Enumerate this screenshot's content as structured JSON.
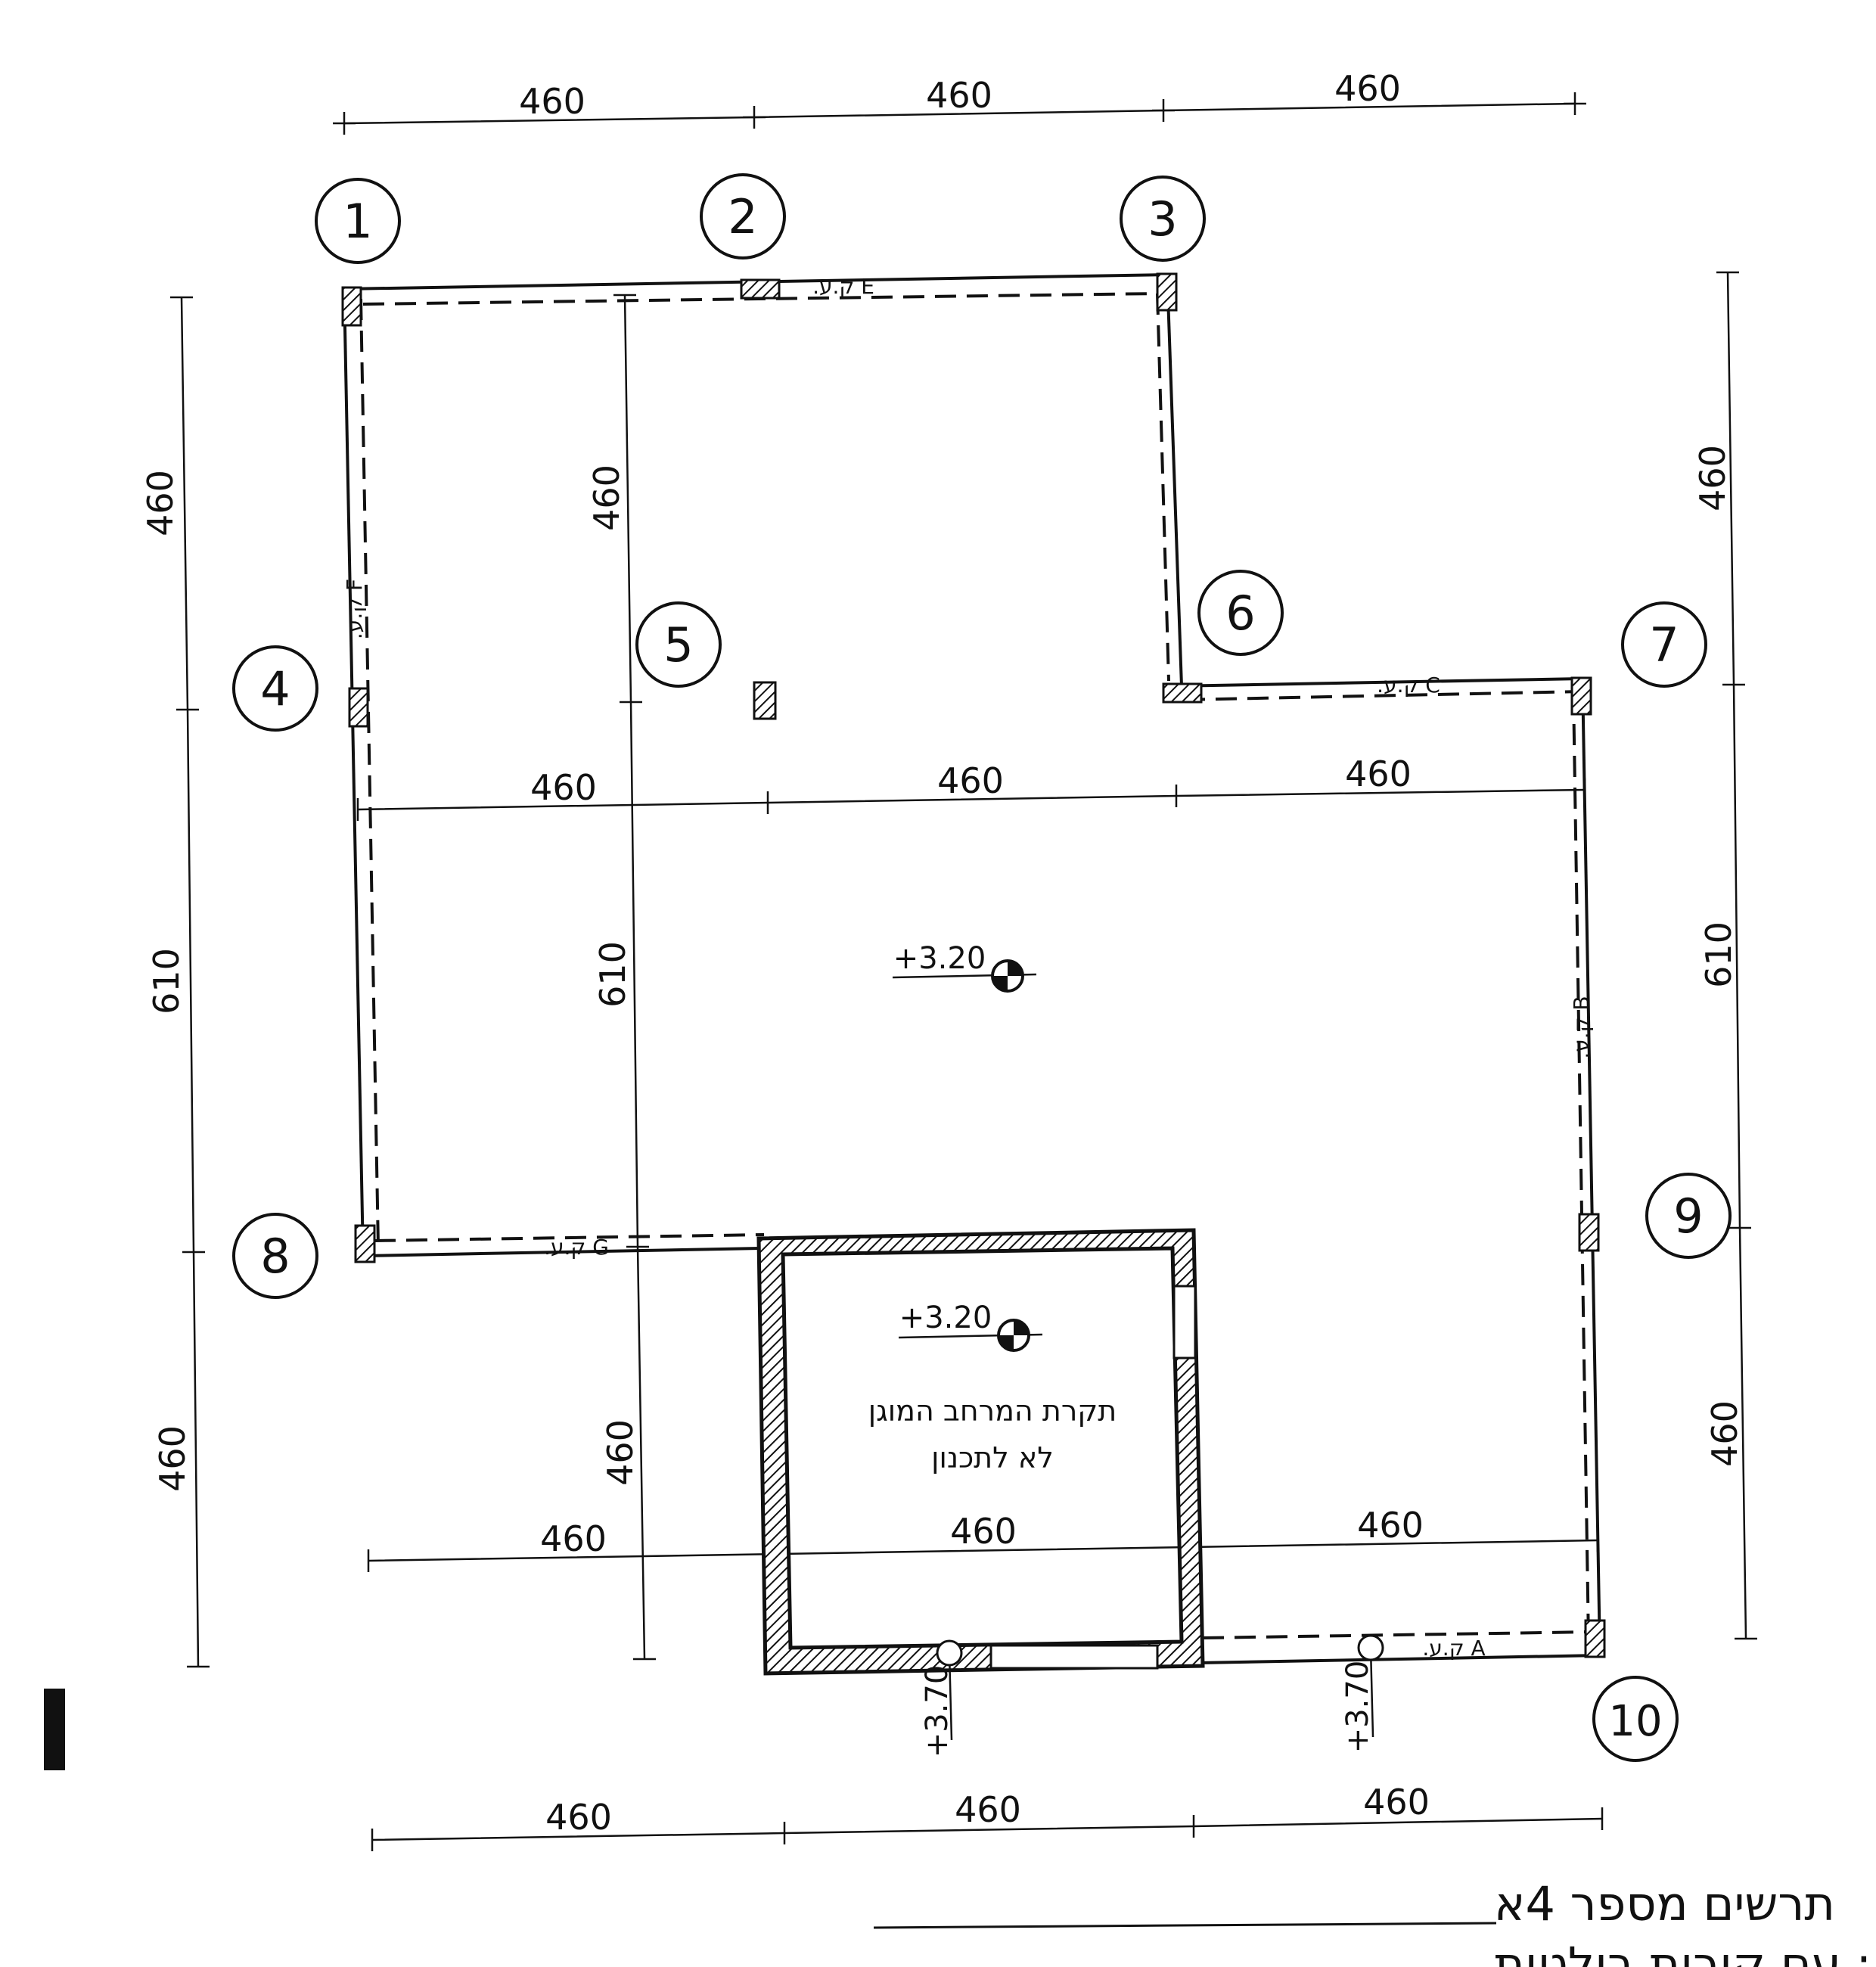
{
  "dimensions": {
    "top": [
      "460",
      "460",
      "460"
    ],
    "middle": [
      "460",
      "460",
      "460"
    ],
    "lower": [
      "460",
      "460",
      "460"
    ],
    "bottom": [
      "460",
      "460",
      "460"
    ],
    "left_outer": [
      "460",
      "610",
      "460"
    ],
    "left_inner": [
      "460",
      "610",
      "460"
    ],
    "right": [
      "460",
      "610",
      "460"
    ]
  },
  "grid_markers": [
    "1",
    "2",
    "3",
    "4",
    "5",
    "6",
    "7",
    "8",
    "9",
    "10"
  ],
  "beams": {
    "A": "A ק.ע.",
    "B": "B ק.ע.",
    "C": "C ק.ע.",
    "E": "E ק.ע.",
    "F": "F ק.ע.",
    "G": "G ק.ע."
  },
  "elevations": {
    "main": "+3.20",
    "shelter": "+3.20",
    "bottom_left": "+3.70",
    "bottom_right": "+3.70"
  },
  "shelter_note": {
    "line1": "תקרת המרחב המוגן",
    "line2": "לא לתכנון"
  },
  "title": {
    "line1": "תרשים מספר 4א",
    "line2": "חלופה א: עם קורות בולטות"
  }
}
